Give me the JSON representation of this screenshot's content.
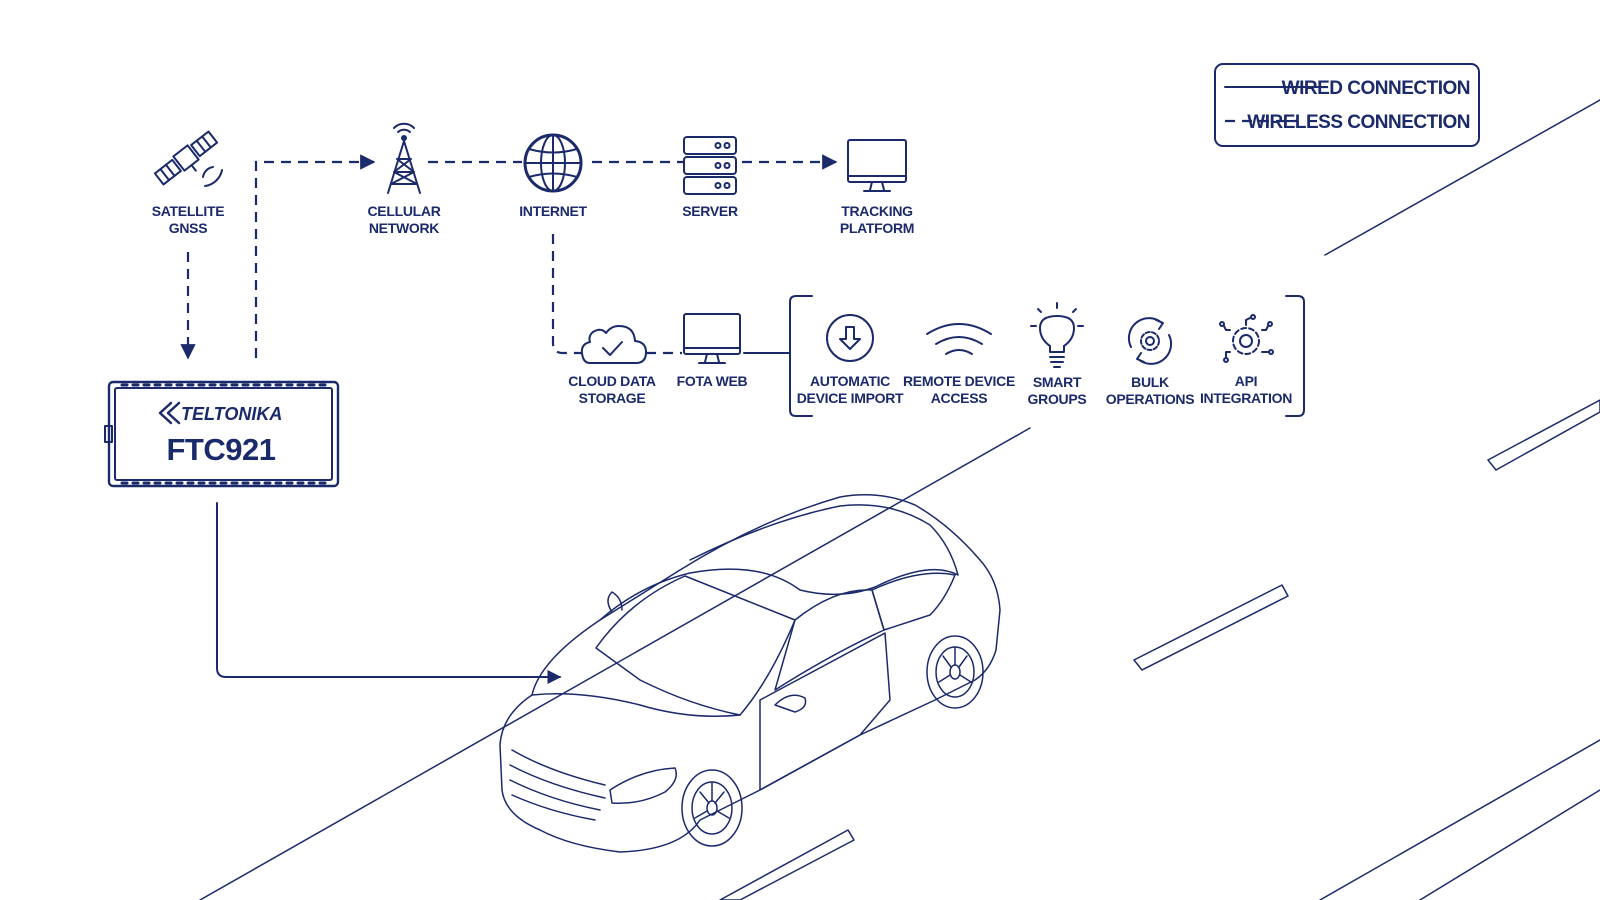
{
  "colors": {
    "line": "#1b2a6b",
    "background": "#ffffff"
  },
  "legend": {
    "wired": "WIRED CONNECTION",
    "wireless": "WIRELESS CONNECTION"
  },
  "nodes": {
    "satellite": {
      "line1": "SATELLITE",
      "line2": "GNSS",
      "icon": "satellite-icon"
    },
    "cellular": {
      "line1": "CELLULAR",
      "line2": "NETWORK",
      "icon": "cell-tower-icon"
    },
    "internet": {
      "line1": "INTERNET",
      "icon": "globe-icon"
    },
    "server": {
      "line1": "SERVER",
      "icon": "server-icon"
    },
    "tracking": {
      "line1": "TRACKING",
      "line2": "PLATFORM",
      "icon": "monitor-icon"
    },
    "cloud": {
      "line1": "CLOUD DATA",
      "line2": "STORAGE",
      "icon": "cloud-check-icon"
    },
    "fota": {
      "line1": "FOTA WEB",
      "icon": "monitor-icon"
    }
  },
  "features": [
    {
      "line1": "AUTOMATIC",
      "line2": "DEVICE IMPORT",
      "icon": "download-circle-icon"
    },
    {
      "line1": "REMOTE DEVICE",
      "line2": "ACCESS",
      "icon": "wifi-icon"
    },
    {
      "line1": "SMART",
      "line2": "GROUPS",
      "icon": "lightbulb-icon"
    },
    {
      "line1": "BULK",
      "line2": "OPERATIONS",
      "icon": "gear-sync-icon"
    },
    {
      "line1": "API",
      "line2": "INTEGRATION",
      "icon": "gear-circuit-icon"
    }
  ],
  "device": {
    "brand": "TELTONIKA",
    "model": "FTC921",
    "icon": "device-box-icon"
  },
  "vehicle": {
    "icon": "car-icon"
  }
}
